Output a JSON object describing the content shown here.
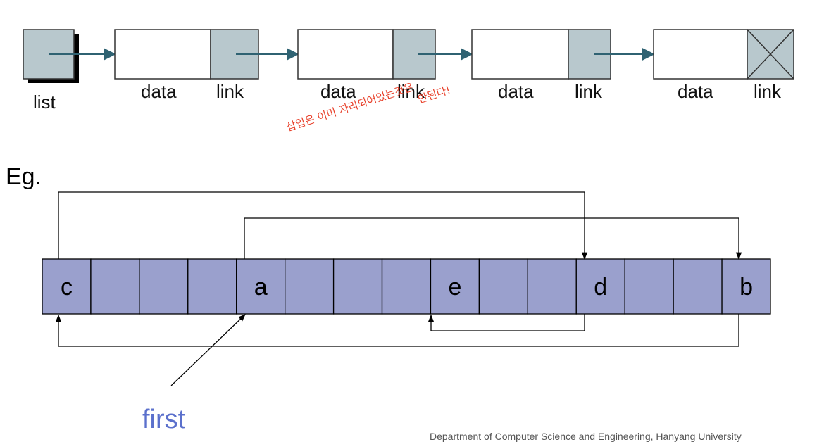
{
  "linked_list": {
    "list_label": "list",
    "data_label": "data",
    "link_label": "link",
    "node_count": 4
  },
  "example": {
    "label": "Eg.",
    "first_label": "first",
    "cell_count": 15,
    "cells": [
      "c",
      "",
      "",
      "",
      "a",
      "",
      "",
      "",
      "e",
      "",
      "",
      "d",
      "",
      "",
      "b"
    ],
    "links": [
      {
        "from": "c",
        "to": "d"
      },
      {
        "from": "a",
        "to": "b"
      },
      {
        "from": "b",
        "to": "c"
      },
      {
        "from": "d",
        "to": "e"
      }
    ],
    "first_points_to": "a"
  },
  "annotation": {
    "line1": "삽입은 이미 자리되어있는것은",
    "line2": "안된다!"
  },
  "footer": "Department of Computer Science and Engineering, Hanyang University",
  "colors": {
    "pointer_box": "#b8c8cd",
    "array_cell": "#9aa0cd",
    "first_text": "#5b70cc",
    "arrow": "#2f6272",
    "annotation": "#e8412b"
  }
}
